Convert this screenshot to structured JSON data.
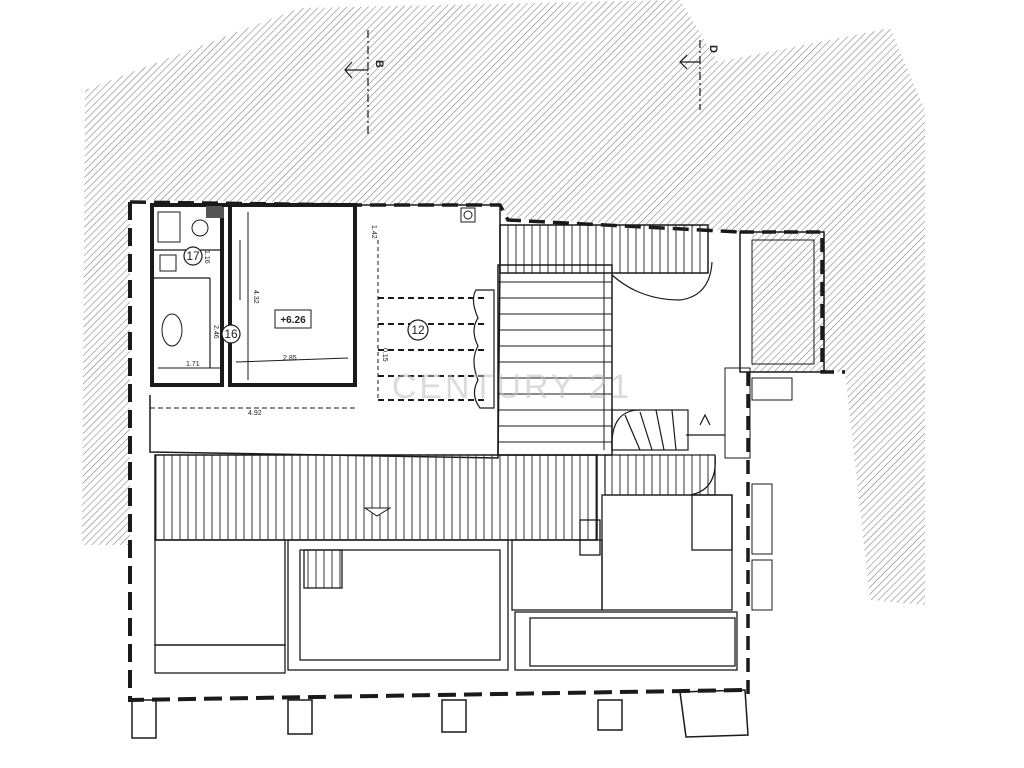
{
  "plan": {
    "section_markers": [
      {
        "id": "section-b",
        "label": "B"
      },
      {
        "id": "section-d",
        "label": "D"
      }
    ],
    "rooms": [
      {
        "id": "room-17",
        "number": "17"
      },
      {
        "id": "room-16",
        "number": "16"
      },
      {
        "id": "room-12",
        "number": "12"
      }
    ],
    "level_mark": "+6.26",
    "dimensions": [
      "1.42",
      "1.16",
      "4.32",
      "2.46",
      "1.71",
      "2.85",
      "4.92",
      "0.15"
    ],
    "watermark": "CENTURY 21"
  },
  "colors": {
    "line": "#1a1a1a",
    "hatch": "#6e6e6e",
    "watermark": "#bdbdbd"
  }
}
